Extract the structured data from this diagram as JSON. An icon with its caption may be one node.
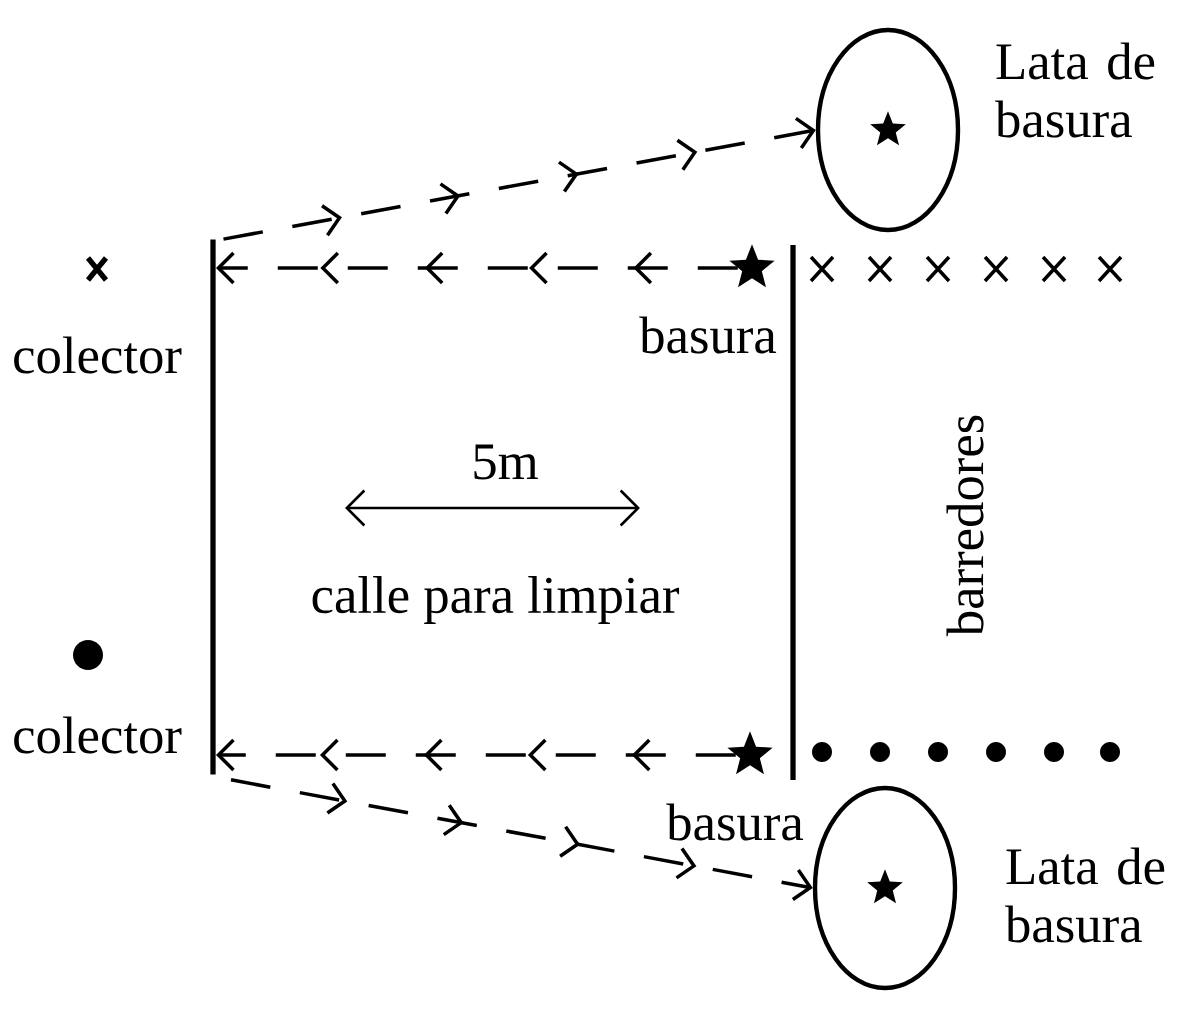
{
  "diagram": {
    "nodes": [
      {
        "text": [
          "Lata de basura"
        ]
      },
      {
        "text": [
          "basura"
        ]
      },
      {
        "text": [],
        "shape": "bar"
      },
      {
        "text": [
          "basura"
        ]
      },
      {
        "text": [
          "Lata de basura"
        ]
      }
    ],
    "edges": [
      {
        "from": 1,
        "to": 2,
        "arrow": "to",
        "style": "dashed"
      },
      {
        "from": 2,
        "to": 0,
        "arrow": "to",
        "style": "dashed"
      },
      {
        "from": 3,
        "to": 2,
        "arrow": "to",
        "style": "dashed"
      },
      {
        "from": 2,
        "to": 4,
        "arrow": "to",
        "style": "dashed"
      }
    ],
    "labels": [
      "colector",
      "colector",
      "5m",
      "calle para limpiar",
      "barredores"
    ]
  }
}
